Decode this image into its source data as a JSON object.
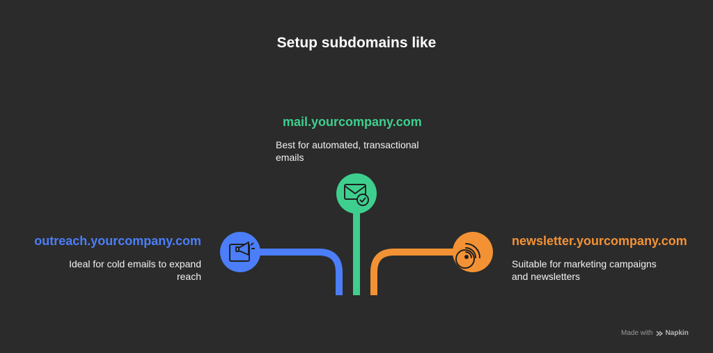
{
  "title": "Setup subdomains like",
  "branches": {
    "mail": {
      "heading": "mail.yourcompany.com",
      "description": "Best for automated, transactional emails",
      "color": "#3ecf8e",
      "icon": "mail-check-icon"
    },
    "outreach": {
      "heading": "outreach.yourcompany.com",
      "description": "Ideal for cold emails to expand reach",
      "color": "#4b7ef8",
      "icon": "megaphone-icon"
    },
    "newsletter": {
      "heading": "newsletter.yourcompany.com",
      "description": "Suitable for marketing campaigns and newsletters",
      "color": "#f39235",
      "icon": "rss-icon"
    }
  },
  "watermark": {
    "prefix": "Made with",
    "brand": "Napkin"
  }
}
